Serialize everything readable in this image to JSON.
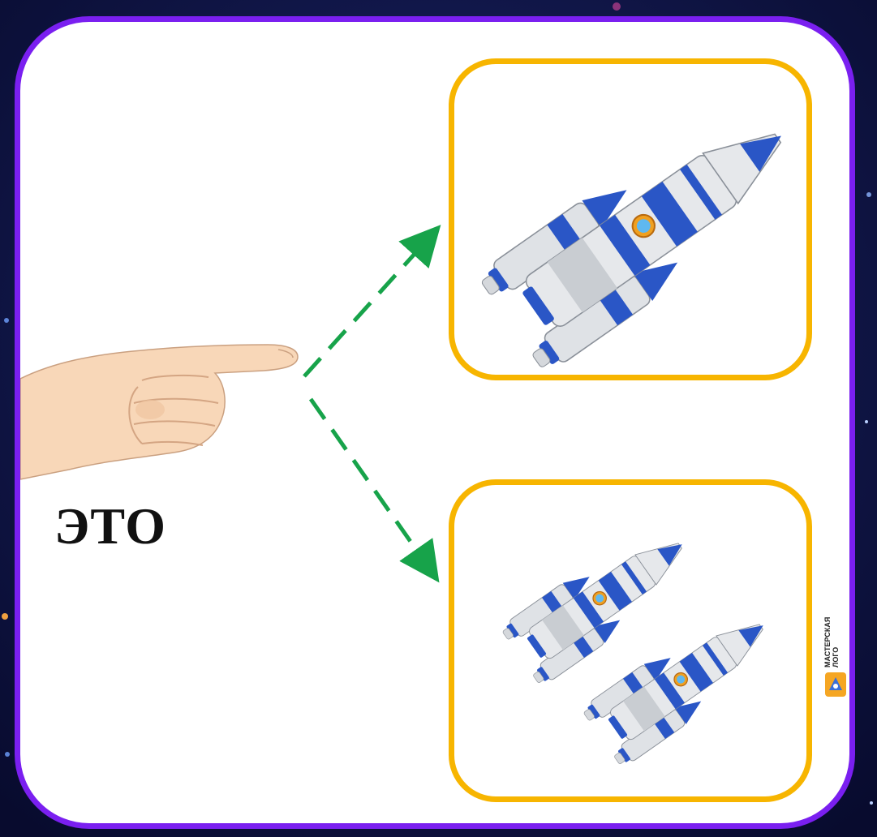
{
  "slide": {
    "word": "ЭТО",
    "logo_line1": "МАСТЕРСКАЯ",
    "logo_line2": "ЛОГО"
  },
  "options": {
    "single": {
      "rocket_count": 1
    },
    "plural": {
      "rocket_count": 2
    }
  },
  "colors": {
    "frame": "#7a1ff0",
    "box_border": "#f7b500",
    "arrow": "#17a34a",
    "background": "#0c1140",
    "rocket_blue": "#2a56c6",
    "rocket_body": "#dfe2e6"
  }
}
